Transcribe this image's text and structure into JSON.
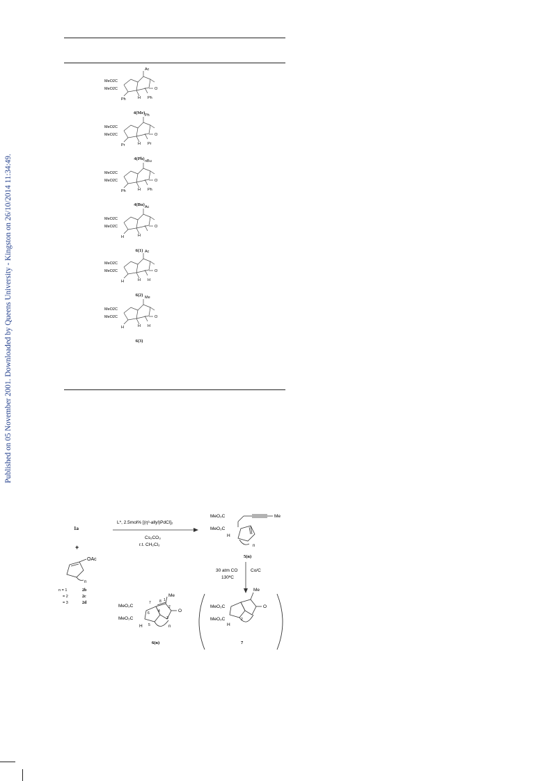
{
  "side_note": "Published on 05 November 2001. Downloaded by Queens University - Kingston on 26/10/2014 11:34:49.",
  "table": {
    "structures": [
      {
        "label": "4(Me)",
        "top_sub": "Ac",
        "groups": [
          "MeO2C",
          "MeO2C"
        ],
        "bottom_left": "Ph",
        "bottom_right": "Ph",
        "h": "H"
      },
      {
        "label": "4(Ph)",
        "top_sub": "Ph",
        "groups": [
          "MeO2C",
          "MeO2C"
        ],
        "bottom_left": "Pr",
        "bottom_right": "Pr",
        "h": "H"
      },
      {
        "label": "4(Bu)",
        "top_sub": "nBu",
        "groups": [
          "MeO2C",
          "MeO2C"
        ],
        "bottom_left": "Ph",
        "bottom_right": "Ph",
        "h": "H"
      },
      {
        "label": "6(1)",
        "top_sub": "Ac",
        "groups": [
          "MeO2C",
          "MeO2C"
        ],
        "bottom_left": "H",
        "bottom_right": "",
        "h": "H"
      },
      {
        "label": "6(2)",
        "top_sub": "Ac",
        "groups": [
          "MeO2C",
          "MeO2C"
        ],
        "bottom_left": "H",
        "bottom_right": "H",
        "h": "H"
      },
      {
        "label": "6(3)",
        "top_sub": "Me",
        "groups": [
          "MeO2C",
          "MeO2C"
        ],
        "bottom_left": "H",
        "bottom_right": "H",
        "h": "H"
      }
    ]
  },
  "scheme": {
    "reactant_1": "1a",
    "plus": "+",
    "allyl_oac": "OAc",
    "ring_n": "n",
    "n_list": [
      {
        "n": "n = 1",
        "c": "2b"
      },
      {
        "n": "= 2",
        "c": "2c"
      },
      {
        "n": "= 3",
        "c": "2d"
      }
    ],
    "arrow1_above": "L*, 2.5mol% [(η³-allyl)PdCl]₂",
    "arrow1_below_1": "Cs₂CO₃",
    "arrow1_below_2": "r.t. CH₂Cl₂",
    "product5": {
      "label": "5(n)",
      "ester1": "MeO₂C",
      "ester2": "MeO₂C",
      "me": "Me",
      "h": "H",
      "n": "n"
    },
    "arrow2_left_1": "30 atm CO",
    "arrow2_left_2": "130ºC",
    "arrow2_right": "Co/C",
    "product6": {
      "label": "6(n)",
      "ester1": "MeO₂C",
      "ester2": "MeO₂C",
      "me": "Me",
      "n": "n",
      "h": "H",
      "nums": [
        "7",
        "8",
        "1",
        "2",
        "3",
        "4",
        "5",
        "6"
      ]
    },
    "product7": {
      "label": "7",
      "ester1": "MeO₂C",
      "ester2": "MeO₂C",
      "me": "Me",
      "h": "H",
      "num": "2"
    }
  }
}
